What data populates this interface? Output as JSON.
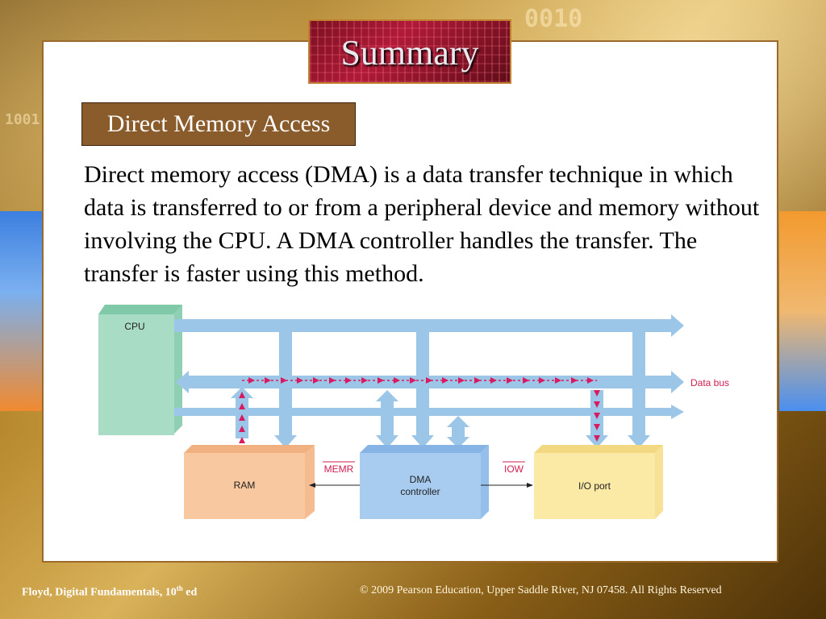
{
  "slide": {
    "title": "Summary",
    "section_heading": "Direct Memory Access",
    "body": "Direct memory access (DMA) is a data transfer technique in which data is transferred to or from a peripheral device and memory without involving the CPU. A DMA controller handles the transfer. The transfer is faster using this method."
  },
  "diagram": {
    "cpu_label": "CPU",
    "ram_label": "RAM",
    "dma_label_line1": "DMA",
    "dma_label_line2": "controller",
    "io_label": "I/O port",
    "data_bus_label": "Data bus",
    "memr_label": "MEMR",
    "iow_label": "IOW"
  },
  "footer": {
    "left_prefix": "Floyd, Digital Fundamentals, 10",
    "left_sup": "th",
    "left_suffix": " ed",
    "right": "© 2009 Pearson Education, Upper Saddle River, NJ 07458. All Rights Reserved"
  },
  "colors": {
    "bus": "#9cc6e8",
    "cpu": "#a8dcc4",
    "ram": "#f8c8a0",
    "dma": "#a8ccf0",
    "io": "#fbe9a6",
    "dma_path": "#d81b60",
    "heading_bg": "#8a5c2c"
  }
}
